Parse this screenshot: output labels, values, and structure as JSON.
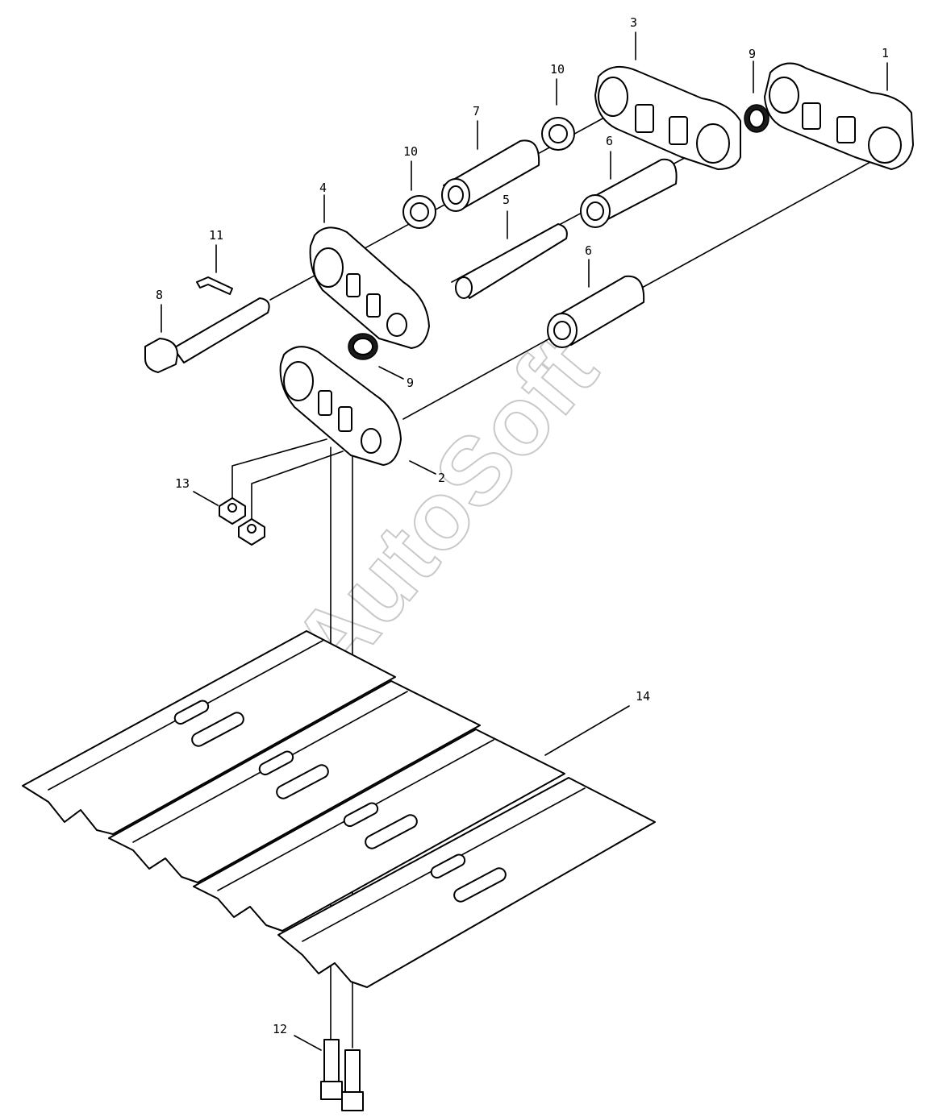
{
  "watermark": "AutoSoft",
  "callouts": [
    {
      "id": "c1",
      "label": "1"
    },
    {
      "id": "c2",
      "label": "2"
    },
    {
      "id": "c3",
      "label": "3"
    },
    {
      "id": "c4",
      "label": "4"
    },
    {
      "id": "c5",
      "label": "5"
    },
    {
      "id": "c6a",
      "label": "6"
    },
    {
      "id": "c6b",
      "label": "6"
    },
    {
      "id": "c7",
      "label": "7"
    },
    {
      "id": "c8",
      "label": "8"
    },
    {
      "id": "c9a",
      "label": "9"
    },
    {
      "id": "c9b",
      "label": "9"
    },
    {
      "id": "c10a",
      "label": "10"
    },
    {
      "id": "c10b",
      "label": "10"
    },
    {
      "id": "c11",
      "label": "11"
    },
    {
      "id": "c12",
      "label": "12"
    },
    {
      "id": "c13",
      "label": "13"
    },
    {
      "id": "c14",
      "label": "14"
    }
  ]
}
